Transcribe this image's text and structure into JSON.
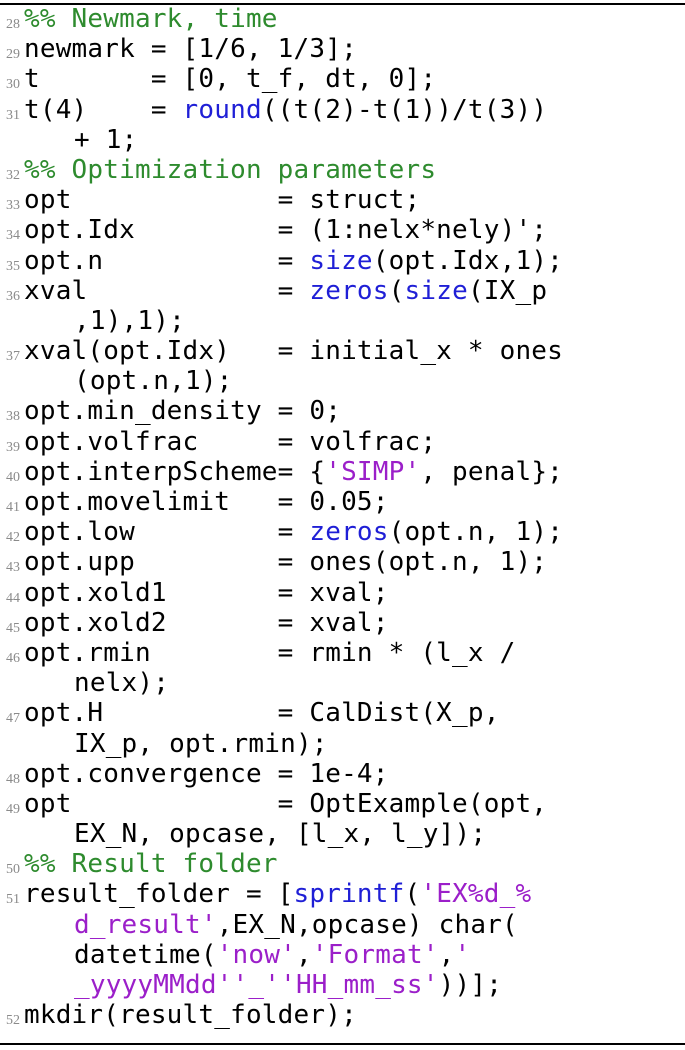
{
  "listing": {
    "lines": [
      {
        "no": "28",
        "text": "%% Newmark, time"
      },
      {
        "no": "29",
        "text": "newmark = [1/6, 1/3];"
      },
      {
        "no": "30",
        "text": "t       = [0, t_f, dt, 0];"
      },
      {
        "no": "31",
        "text": "t(4)    = round((t(2)-t(1))/t(3))",
        "cont": [
          "+ 1;"
        ]
      },
      {
        "no": "32",
        "text": "%% Optimization parameters"
      },
      {
        "no": "33",
        "text": "opt             = struct;"
      },
      {
        "no": "34",
        "text": "opt.Idx         = (1:nelx*nely)';"
      },
      {
        "no": "35",
        "text": "opt.n           = size(opt.Idx,1);"
      },
      {
        "no": "36",
        "text": "xval            = zeros(size(IX_p",
        "cont": [
          ",1),1);"
        ]
      },
      {
        "no": "37",
        "text": "xval(opt.Idx)   = initial_x * ones",
        "cont": [
          "(opt.n,1);"
        ]
      },
      {
        "no": "38",
        "text": "opt.min_density = 0;"
      },
      {
        "no": "39",
        "text": "opt.volfrac     = volfrac;"
      },
      {
        "no": "40",
        "text": "opt.interpScheme= {'SIMP', penal};"
      },
      {
        "no": "41",
        "text": "opt.movelimit   = 0.05;"
      },
      {
        "no": "42",
        "text": "opt.low         = zeros(opt.n, 1);"
      },
      {
        "no": "43",
        "text": "opt.upp         = ones(opt.n, 1);"
      },
      {
        "no": "44",
        "text": "opt.xold1       = xval;"
      },
      {
        "no": "45",
        "text": "opt.xold2       = xval;"
      },
      {
        "no": "46",
        "text": "opt.rmin        = rmin * (l_x /",
        "cont": [
          "nelx);"
        ]
      },
      {
        "no": "47",
        "text": "opt.H           = CalDist(X_p,",
        "cont": [
          "IX_p, opt.rmin);"
        ]
      },
      {
        "no": "48",
        "text": "opt.convergence = 1e-4;"
      },
      {
        "no": "49",
        "text": "opt             = OptExample(opt,",
        "cont": [
          "EX_N, opcase, [l_x, l_y]);"
        ]
      },
      {
        "no": "50",
        "text": "%% Result folder"
      },
      {
        "no": "51",
        "text": "result_folder = [sprintf('EX%d_%",
        "cont": [
          "d_result',EX_N,opcase) char(",
          "datetime('now','Format','",
          "_yyyyMMdd''_''HH_mm_ss'))];"
        ]
      },
      {
        "no": "52",
        "text": "mkdir(result_folder);"
      }
    ]
  },
  "syntax": {
    "keywords": [
      "round",
      "size",
      "zeros",
      "sprintf"
    ],
    "colors": {
      "comment": "#2e8b2e",
      "keyword": "#1f1fd6",
      "string": "#9b1fc9",
      "line_number": "#8a8a8a"
    }
  }
}
